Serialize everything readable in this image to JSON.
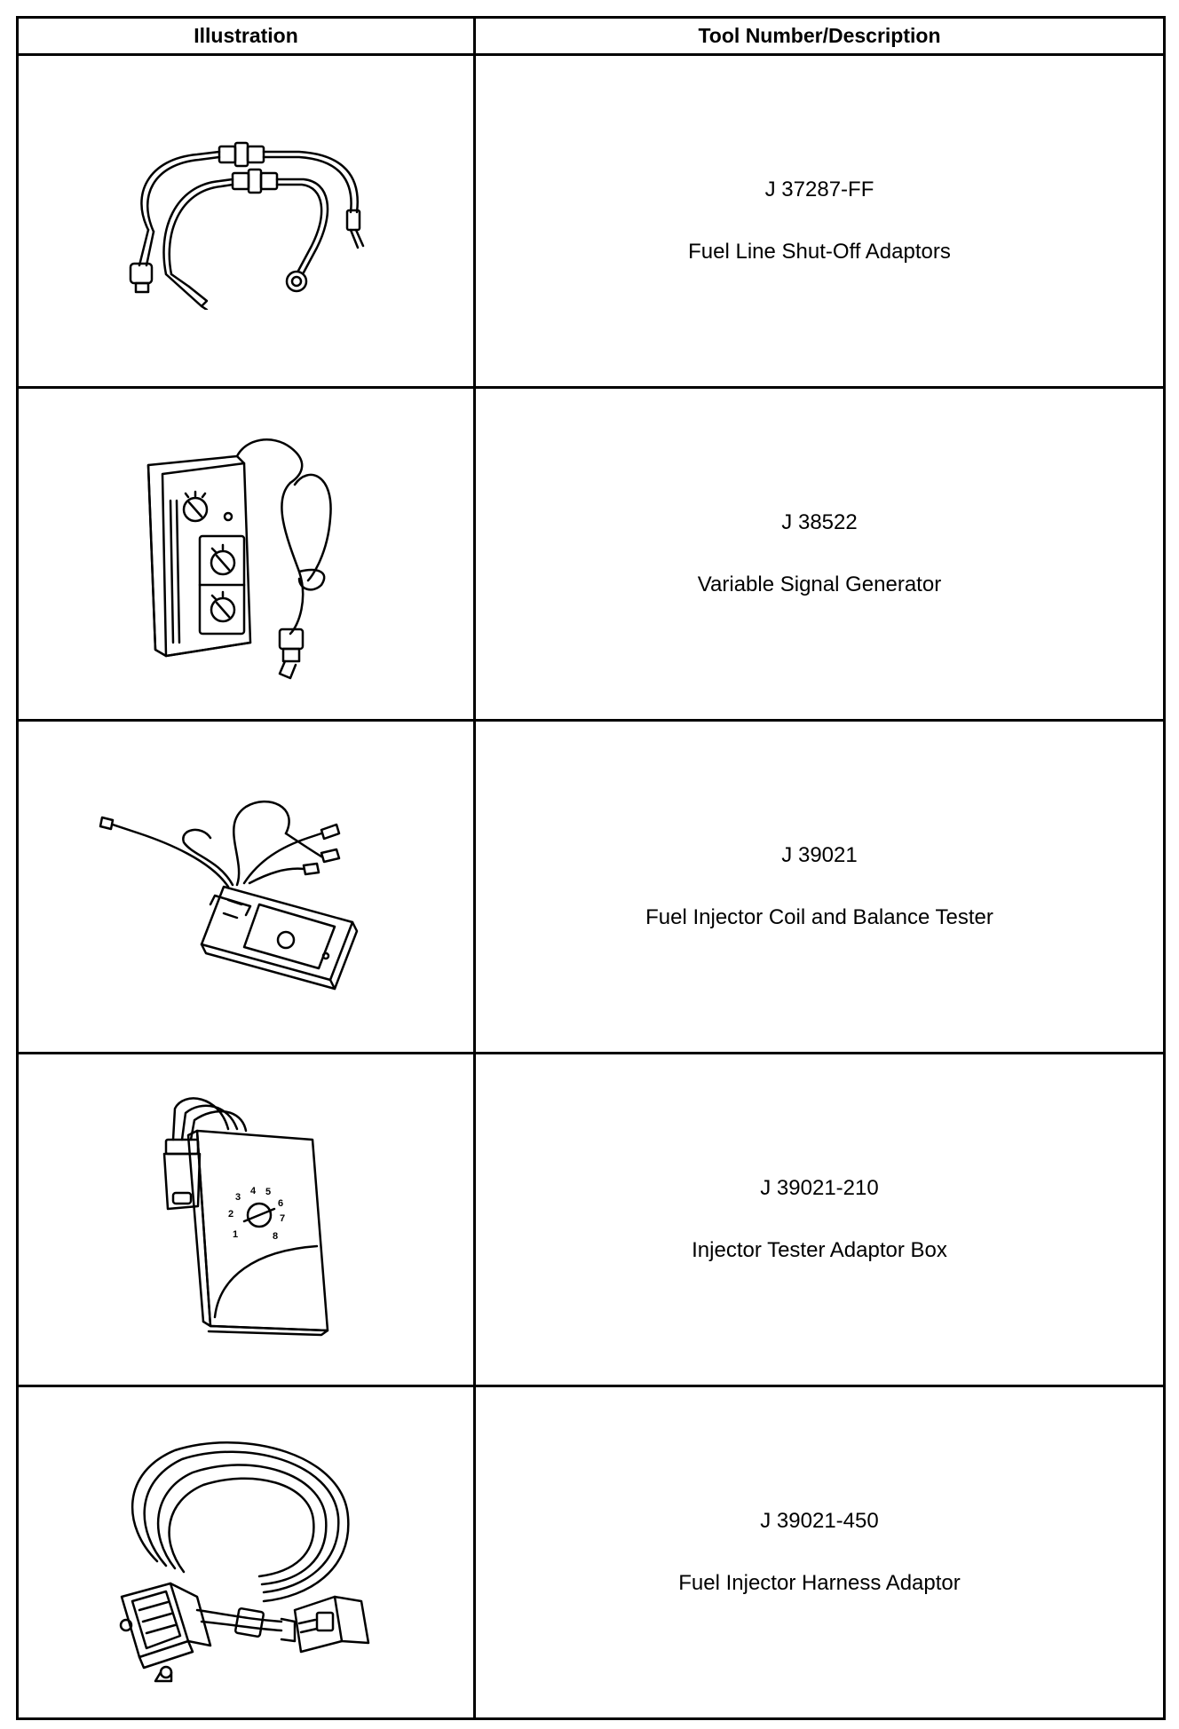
{
  "table": {
    "headers": {
      "illustration": "Illustration",
      "description": "Tool Number/Description"
    },
    "rows": [
      {
        "tool_number": "J 37287-FF",
        "description": "Fuel Line Shut-Off Adaptors",
        "icon": "fuel-line-adaptors-illustration"
      },
      {
        "tool_number": "J 38522",
        "description": "Variable Signal Generator",
        "icon": "signal-generator-illustration"
      },
      {
        "tool_number": "J 39021",
        "description": "Fuel Injector Coil and Balance Tester",
        "icon": "injector-tester-illustration"
      },
      {
        "tool_number": "J 39021-210",
        "description": "Injector Tester Adaptor Box",
        "icon": "adaptor-box-illustration",
        "dial_numbers": [
          "1",
          "2",
          "3",
          "4",
          "5",
          "6",
          "7",
          "8"
        ]
      },
      {
        "tool_number": "J 39021-450",
        "description": "Fuel Injector Harness Adaptor",
        "icon": "harness-adaptor-illustration"
      }
    ]
  }
}
